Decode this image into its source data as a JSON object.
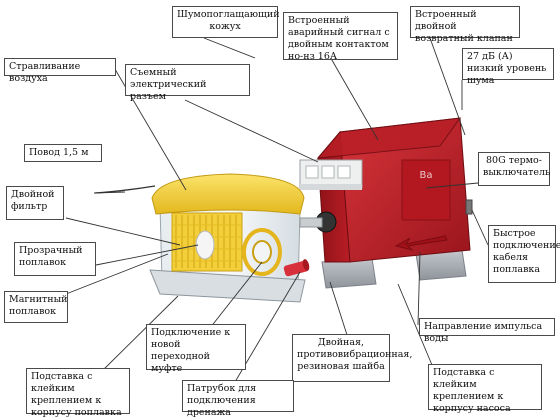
{
  "labels": {
    "noise_absorbing_casing": "Шумопоглащающий кожух",
    "alarm_signal": "Встроенный аварийный сигнал с двойным контактом но-нз 16А",
    "check_valve": "Встроенный двойной возвратный клапан",
    "air_release": "Стравливание воздуха",
    "removable_connector": "Съемный электрический разъем",
    "noise_level": "27 дБ (А) низкий уровень шума",
    "cord_length": "Повод 1,5 м",
    "thermal_switch": "80G термо-выключатель",
    "double_filter": "Двойной фильтр",
    "quick_cable_connection": "Быстрое подключение кабеля поплавка",
    "transparent_float": "Прозрачный поплавок",
    "magnetic_float": "Магнитный поплавок",
    "coupling_connection": "Подключение к новой переходной муфте",
    "impulse_direction": "Направление импульса воды",
    "washer": "Двойная, противовибрационная, резиновая шайба",
    "float_stand": "Подставка с клейким креплением к корпусу поплавка",
    "drain_nozzle": "Патрубок для подключения дренажа",
    "pump_stand": "Подставка с клейким креплением к корпусу насоса"
  },
  "colors": {
    "pump_red": "#c8222a",
    "lid_yellow": "#f2cf2e",
    "stand_grey": "#a9adb3",
    "nozzle_red": "#d8303a"
  }
}
